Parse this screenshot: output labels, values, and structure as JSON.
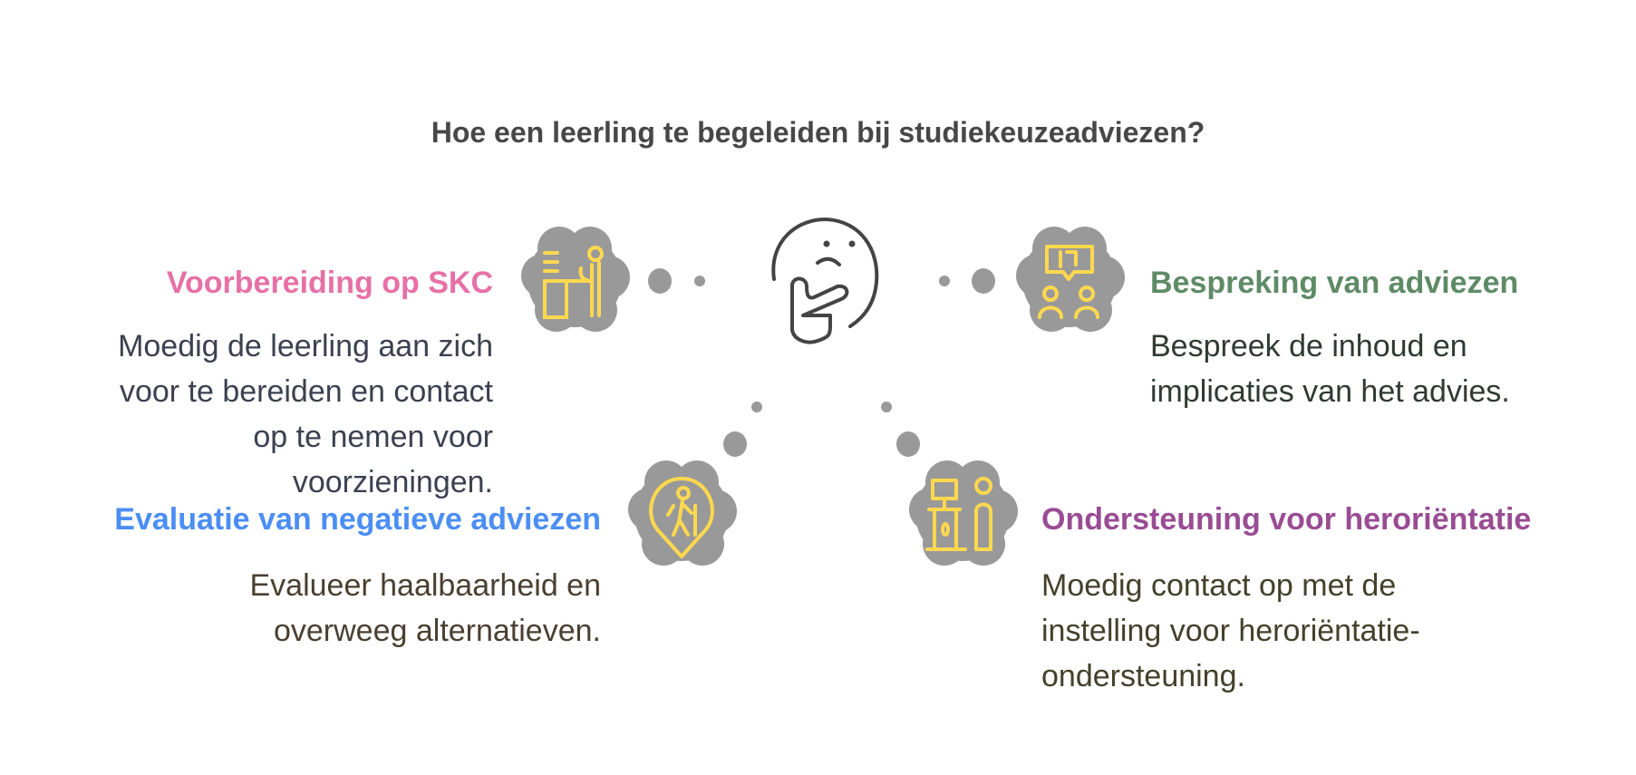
{
  "title": "Hoe een leerling te begeleiden bij studiekeuzeadviezen?",
  "items": [
    {
      "heading": "Voorbereiding op SKC",
      "color": "#e671a6",
      "icon": "teacher-at-desk-icon",
      "lines": [
        "Moedig de leerling aan zich",
        "voor te bereiden en contact",
        "op te nemen voor",
        "voorzieningen."
      ],
      "text_color": "#3b4150"
    },
    {
      "heading": "Bespreking van adviezen",
      "color": "#5e8b66",
      "icon": "discussion-people-icon",
      "lines": [
        "Bespreek de inhoud en",
        "implicaties van het advies."
      ],
      "text_color": "#2f3a33"
    },
    {
      "heading": "Evaluatie van negatieve adviezen",
      "color": "#4b8ef5",
      "icon": "hiker-location-pin-icon",
      "lines": [
        "Evalueer haalbaarheid en",
        "overweeg alternatieven."
      ],
      "text_color": "#4a3f30"
    },
    {
      "heading": "Ondersteuning voor heroriëntatie",
      "color": "#994c94",
      "icon": "person-at-kiosk-icon",
      "lines": [
        "Moedig contact op met de",
        "instelling voor heroriëntatie-",
        "ondersteuning."
      ],
      "text_color": "#44402a"
    }
  ],
  "colors": {
    "cloud": "#999999",
    "icon": "#ffd84e",
    "face": "#444444"
  }
}
